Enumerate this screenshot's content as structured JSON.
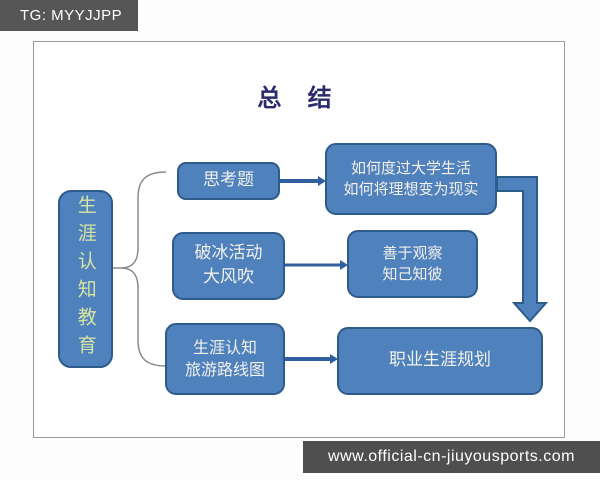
{
  "banner": {
    "label": "TG: MYYJJPP"
  },
  "slide": {
    "title": "总 结"
  },
  "diagram": {
    "root": {
      "label": "生涯认知教育"
    },
    "branches": [
      {
        "source": {
          "label": "思考题"
        },
        "target": {
          "label": "如何度过大学生活\n如何将理想变为现实"
        }
      },
      {
        "source": {
          "label": "破冰活动\n大风吹"
        },
        "target": {
          "label": "善于观察\n知己知彼"
        }
      },
      {
        "source": {
          "label": "生涯认知\n旅游路线图"
        },
        "target": {
          "label": "职业生涯规划"
        }
      }
    ]
  },
  "watermark": {
    "label": "www.official-cn-jiuyousports.com"
  },
  "colors": {
    "node_fill": "#4f81bd",
    "node_border": "#2e5c8a",
    "node_text": "#f2f1ea",
    "root_text": "#d8e4a3",
    "title_text": "#2b2b6e",
    "banner_bg": "#565656",
    "watermark_bg": "#4f4f4f",
    "connector": "#2f5f9e",
    "brace": "#8a8a8a"
  }
}
